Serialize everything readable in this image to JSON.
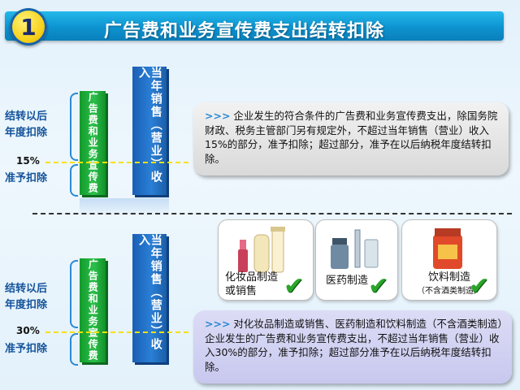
{
  "header": {
    "number": "1",
    "title": "广告费和业务宣传费支出结转扣除"
  },
  "section1": {
    "blue_bar_text": "当年销售（营业）收入",
    "green_bar_text": "广告费和业务宣传费",
    "label_carry": [
      "结转以后",
      "年度扣除"
    ],
    "label_percent": "15%",
    "label_deduct": "准予扣除",
    "description": "企业发生的符合条件的广告费和业务宣传费支出，除国务院财政、税务主管部门另有规定外，不超过当年销售（营业）收入15%的部分，准予扣除；超过部分，准予在以后纳税年度结转扣除。",
    "arrow_marker": ">>>"
  },
  "section2": {
    "blue_bar_text": "当年销售（营业）收入",
    "green_bar_text": "广告费和业务宣传费",
    "label_carry": [
      "结转以后",
      "年度扣除"
    ],
    "label_percent": "30%",
    "label_deduct": "准予扣除",
    "industries": [
      {
        "label": [
          "化妆品制造",
          "或销售"
        ],
        "icon": "cosmetics-icon"
      },
      {
        "label": [
          "医药制造"
        ],
        "icon": "medicine-icon"
      },
      {
        "label": [
          "饮料制造",
          "（不含酒类制造）"
        ],
        "icon": "beverage-icon"
      }
    ],
    "description": "对化妆品制造或销售、医药制造和饮料制造（不含酒类制造）企业发生的广告费和业务宣传费支出，不超过当年销售（营业）收入30%的部分，准予扣除；超过部分准予在以后纳税年度结转扣除。",
    "arrow_marker": ">>>"
  },
  "colors": {
    "accent_blue": "#0d93d0",
    "bar_blue": "#2a7fd6",
    "bar_green": "#2cc04a",
    "check_green": "#2aa52a",
    "badge_yellow": "#f7d21a"
  }
}
